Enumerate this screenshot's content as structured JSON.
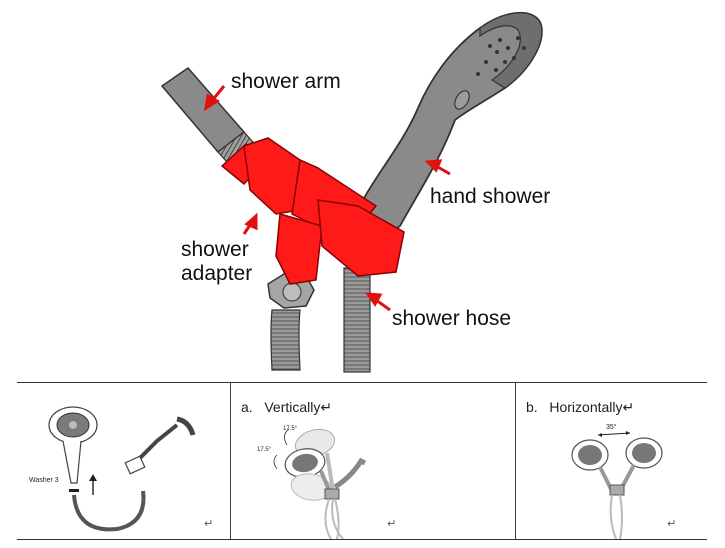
{
  "labels": {
    "shower_arm": "shower arm",
    "hand_shower": "hand shower",
    "shower_adapter_line1": "shower",
    "shower_adapter_line2": "adapter",
    "shower_hose": "shower hose"
  },
  "panels": {
    "install": {
      "washer_label": "Washer 3",
      "return_mark": "↵"
    },
    "vertical": {
      "prefix": "a.",
      "title": "Vertically↵",
      "angle_top": "17.5°",
      "angle_bottom": "17.5°",
      "return_mark": "↵"
    },
    "horizontal": {
      "prefix": "b.",
      "title": "Horizontally↵",
      "angle": "35°",
      "return_mark": "↵"
    }
  },
  "colors": {
    "adapter": "#ff1a1a",
    "arrow": "#e01010",
    "metal": "#8a8a8a"
  }
}
